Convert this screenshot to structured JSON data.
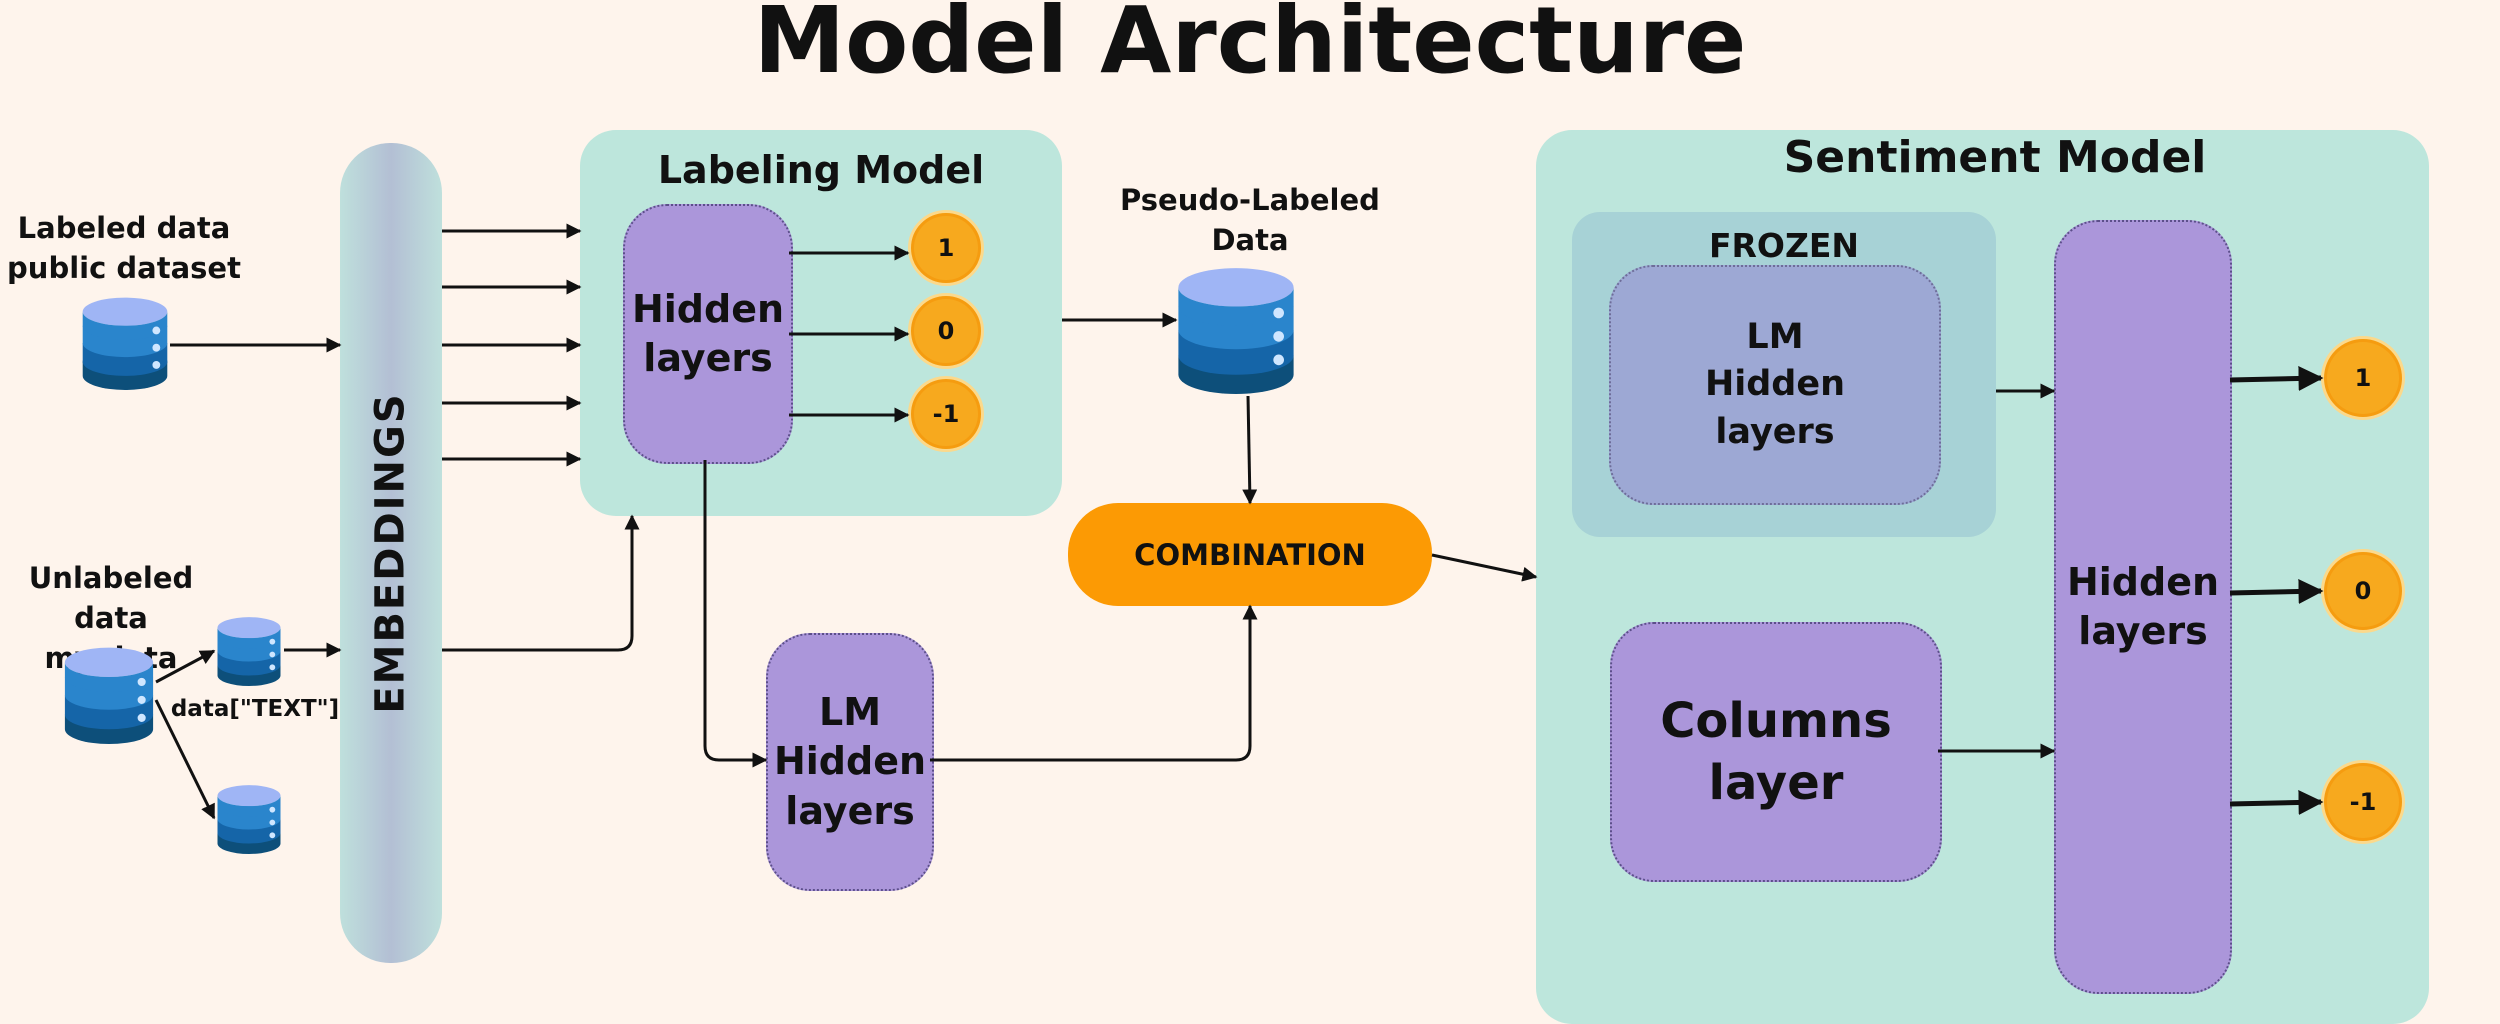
{
  "title": "Model Architecture",
  "inputs": {
    "labeled": "Labeled data\npublic dataset",
    "unlabeled": "Unlabeled data\nmy data",
    "data_text": "data[\"TEXT\"]"
  },
  "embeddings": "EMBEDDINGS",
  "labeling_model": {
    "title": "Labeling Model",
    "hidden": "Hidden\nlayers",
    "outputs": [
      "1",
      "0",
      "-1"
    ]
  },
  "pseudo_labeled": "Pseudo-Labeled\nData",
  "combination": "COMBINATION",
  "lm_hidden": "LM\nHidden\nlayers",
  "sentiment_model": {
    "title": "Sentiment Model",
    "frozen": "FROZEN",
    "lm_hidden": "LM\nHidden\nlayers",
    "columns": "Columns\nlayer",
    "hidden": "Hidden\nlayers",
    "outputs": [
      "1",
      "0",
      "-1"
    ]
  },
  "colors": {
    "background": "#fef4ec",
    "panel": "#bde6dc",
    "purple": "#ab96da",
    "orange": "#fc9a04",
    "coin": "#f7a91e",
    "db_blue": "#2a85cc"
  },
  "icons": [
    "database-icon"
  ]
}
